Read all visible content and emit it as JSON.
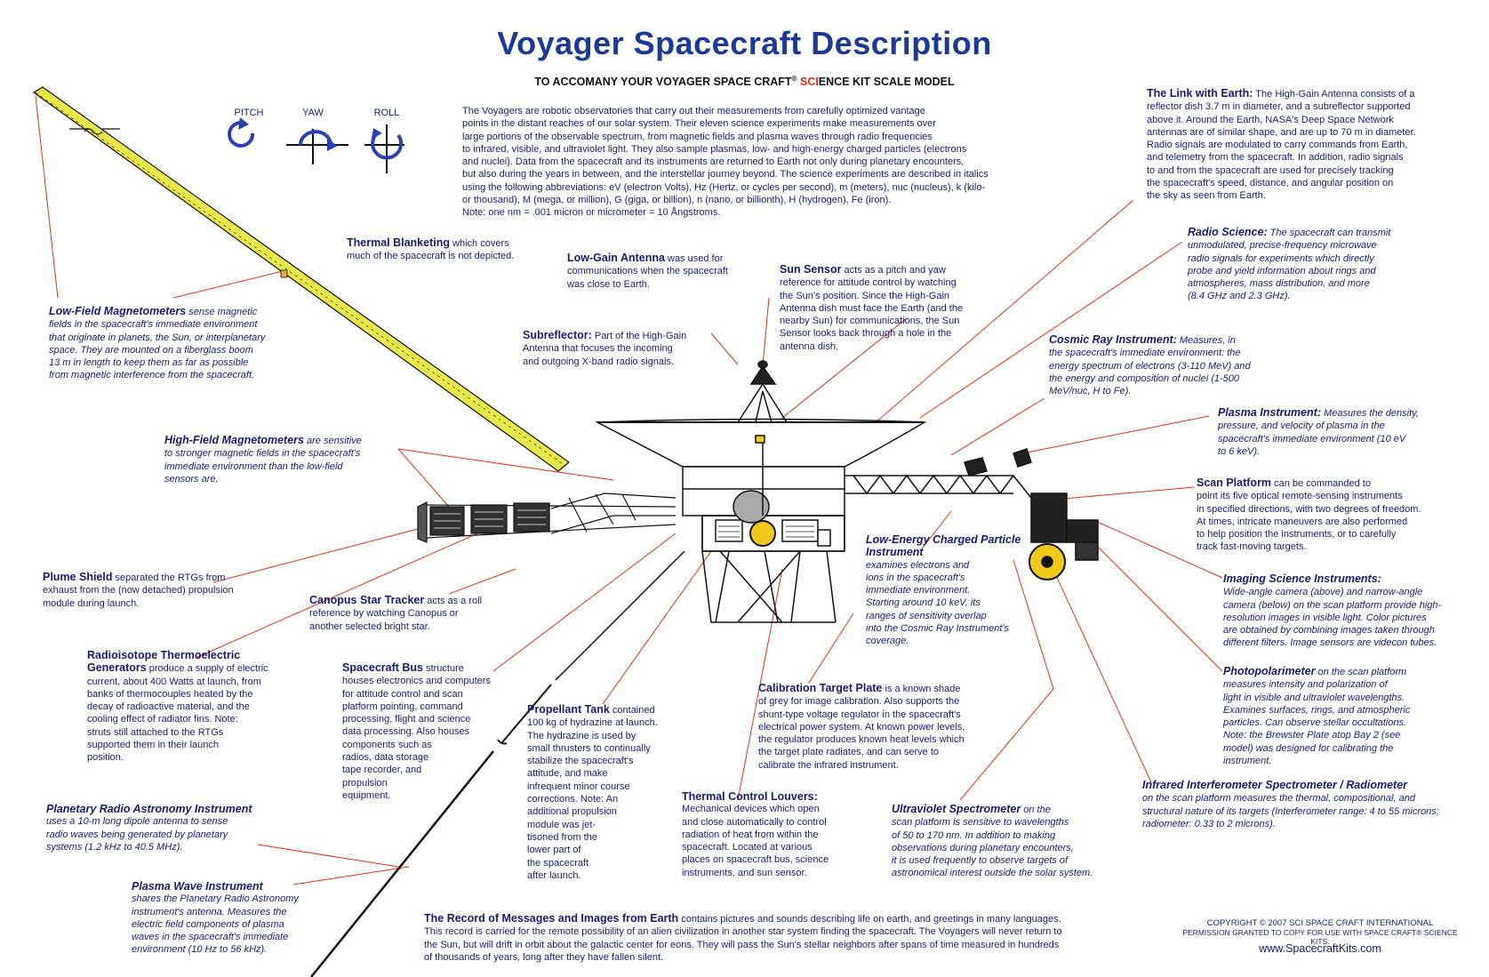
{
  "title": "Voyager Spacecraft Description",
  "subtitle": {
    "pre": "TO ACCOMANY YOUR VOYAGER SPACE CRAFT",
    "reg": "®",
    "sci": "SCI",
    "post": "ENCE KIT SCALE MODEL"
  },
  "intro": {
    "lines": [
      "The Voyagers are robotic observatories that carry out their measurements from carefully optimized vantage",
      "points in the distant reaches of our solar system. Their eleven science experiments make measurements over",
      "large portions of the observable spectrum, from magnetic fields and plasma waves through radio frequencies",
      "to infrared, visible, and ultraviolet light. They also sample plasmas, low- and high-energy charged particles (electrons",
      "and nuclei). Data from the spacecraft and its instruments are returned to Earth not only during planetary encounters,",
      "but also during the years in between, and the interstellar journey beyond. The science experiments are described in italics",
      "using the following abbreviations: eV (electron Volts), Hz (Hertz, or cycles per second), m (meters), nuc (nucleus), k (kilo-",
      "or thousand), M (mega, or million), G (giga, or billion), n (nano, or billionth), H (hydrogen), Fe (iron).",
      "Note: one nm = .001 micron or micrometer = 10 Ångstroms."
    ]
  },
  "attitude": {
    "pitch": "PITCH",
    "yaw": "YAW",
    "roll": "ROLL"
  },
  "labels": {
    "link_earth": {
      "head": "The Link with Earth:",
      "lines": [
        " The High-Gain Antenna consists of a",
        "reflector dish 3.7 m in diameter, and a subreflector supported",
        "above it. Around the Earth, NASA's Deep Space Network",
        "antennas are of similar shape, and are up to 70 m in diameter.",
        "Radio signals are modulated to carry commands from Earth,",
        "and telemetry from the spacecraft. In addition, radio signals",
        "to and from the spacecraft are used for precisely tracking",
        "the spacecraft's speed, distance, and angular position on",
        "the sky as seen from Earth."
      ]
    },
    "radio_science": {
      "head": "Radio Science:",
      "lines": [
        " The spacecraft can transmit",
        "unmodulated, precise-frequency microwave",
        "radio signals for experiments which directly",
        "probe and yield information about rings and",
        "atmospheres, mass distribution, and more",
        "(8.4 GHz and 2.3 GHz)."
      ]
    },
    "cosmic_ray": {
      "head": "Cosmic Ray Instrument:",
      "lines": [
        " Measures, in",
        "the spacecraft's immediate environment: the",
        "energy spectrum of electrons (3-110 MeV) and",
        "the energy and composition of nuclei (1-500",
        "MeV/nuc, H to Fe)."
      ]
    },
    "plasma_instr": {
      "head": "Plasma Instrument:",
      "lines": [
        " Measures the density,",
        "pressure, and velocity of plasma in the",
        "spacecraft's immediate environment (10 eV",
        "to 6 keV)."
      ]
    },
    "scan_platform": {
      "head": "Scan Platform",
      "lines": [
        " can be commanded to",
        "point its five optical remote-sensing instruments",
        "in specified directions, with two degrees of freedom.",
        "At times, intricate maneuvers are also performed",
        "to help position the instruments, or to carefully",
        "track fast-moving targets."
      ]
    },
    "imaging": {
      "head": "Imaging Science Instruments:",
      "lines": [
        "",
        "Wide-angle camera (above) and narrow-angle",
        "camera (below) on the scan platform provide high-",
        "resolution images in visible light. Color pictures",
        "are obtained by combining images taken through",
        "different filters. Image sensors are videcon tubes."
      ]
    },
    "photopolarimeter": {
      "head": "Photopolarimeter",
      "lines": [
        " on the scan platform",
        "measures intensity and polarization of",
        "light in visible and ultraviolet wavelengths.",
        "Examines surfaces, rings, and atmospheric",
        "particles. Can observe stellar occultations.",
        "Note: the Brewster Plate atop Bay 2 (see",
        "model) was designed for calibrating the",
        "instrument."
      ]
    },
    "infrared": {
      "head": "Infrared Interferometer Spectrometer / Radiometer",
      "lines": [
        "",
        "on the scan platform measures the thermal, compositional, and",
        "structural nature of its targets (Interferometer range: 4 to 55 microns;",
        "radiometer: 0.33 to 2 microns)."
      ]
    },
    "ultraviolet": {
      "head": "Ultraviolet Spectrometer",
      "lines": [
        " on the",
        "scan platform is sensitive to wavelengths",
        "of 50 to 170 nm. In addition to making",
        "observations during planetary encounters,",
        "it is used frequently to observe targets of",
        "astronomical interest outside the solar system."
      ]
    },
    "low_energy": {
      "head": "Low-Energy Charged Particle Instrument",
      "lines": [
        "",
        "examines electrons and",
        "ions in the spacecraft's",
        "immediate environment.",
        "Starting around 10 keV, its",
        "ranges of sensitivity overlap",
        "into the Cosmic Ray Instrument's",
        "coverage."
      ]
    },
    "calibration": {
      "head": "Calibration Target Plate",
      "lines": [
        " is a known shade",
        "of grey for image calibration. Also supports the",
        "shunt-type voltage regulator in the spacecraft's",
        "electrical power system. At known power levels,",
        "the regulator produces known heat levels which",
        "the target plate radiates, and can serve to",
        "calibrate the infrared instrument."
      ]
    },
    "thermal_louvers": {
      "head": "Thermal Control Louvers:",
      "lines": [
        "",
        "Mechanical devices which open",
        "and close automatically to control",
        "radiation of heat from within the",
        "spacecraft. Located at various",
        "places on spacecraft bus, science",
        "instruments, and sun sensor."
      ]
    },
    "propellant": {
      "head": "Propellant Tank",
      "lines": [
        " contained",
        "100 kg of hydrazine at launch.",
        "The hydrazine is used by",
        "small thrusters to continually",
        "stabilize the spacecraft's",
        "attitude, and make",
        "infrequent minor course",
        "corrections. Note: An",
        "additional propulsion",
        "module was jet-",
        "tisoned from the",
        "lower part of",
        "the spacecraft",
        "after launch."
      ]
    },
    "bus": {
      "head": "Spacecraft Bus",
      "lines": [
        " structure",
        "houses electronics and computers",
        "for attitude control and scan",
        "platform pointing, command",
        "processing, flight and science",
        "data processing. Also houses",
        "components such as",
        "radios, data storage",
        "tape recorder, and",
        "propulsion",
        "equipment."
      ]
    },
    "canopus": {
      "head": "Canopus Star Tracker",
      "lines": [
        " acts as a roll",
        "reference by watching Canopus or",
        "another selected bright star."
      ]
    },
    "plume": {
      "head": "Plume Shield",
      "lines": [
        " separated the RTGs from",
        "exhaust from the (now detached) propulsion",
        "module during launch."
      ]
    },
    "rtg": {
      "head": "Radioisotope Thermoelectric",
      "head2": "Generators",
      "lines": [
        " produce a supply of electric",
        "current, about 400 Watts at launch, from",
        "banks of thermocouples heated by the",
        "decay of radioactive material, and the",
        "cooling effect of radiator fins. Note:",
        "struts still attached to the RTGs",
        "supported them in their launch",
        "position."
      ]
    },
    "planetary_radio": {
      "head": "Planetary Radio Astronomy Instrument",
      "lines": [
        "",
        "uses a 10-m long dipole antenna to sense",
        "radio waves being generated by planetary",
        "systems (1.2 kHz to 40.5 MHz)."
      ]
    },
    "plasma_wave": {
      "head": "Plasma Wave Instrument",
      "lines": [
        "",
        "shares the Planetary Radio Astronomy",
        "instrument's antenna. Measures the",
        "electric field components of plasma",
        "waves in the spacecraft's immediate",
        "environment (10 Hz to 56 kHz)."
      ]
    },
    "high_field": {
      "head": "High-Field Magnetometers",
      "lines": [
        " are sensitive",
        "to stronger magnetic fields in the spacecraft's",
        "immediate environment than the low-field",
        "sensors are."
      ]
    },
    "low_field": {
      "head": "Low-Field Magnetometers",
      "lines": [
        " sense magnetic",
        "fields in the spacecraft's immediate environment",
        "that originate in planets, the Sun, or interplanetary",
        "space. They are mounted on a fiberglass boom",
        "13 m in length to keep them as far as possible",
        "from magnetic interference from the spacecraft."
      ]
    },
    "thermal_blanket": {
      "head": "Thermal Blanketing",
      "lines": [
        " which covers",
        "much of the spacecraft is not depicted."
      ]
    },
    "low_gain": {
      "head": "Low-Gain Antenna",
      "lines": [
        " was used for",
        "communications when the spacecraft",
        "was close to Earth."
      ]
    },
    "sun_sensor": {
      "head": "Sun Sensor",
      "lines": [
        " acts as a pitch and yaw",
        "reference for attitude control by watching",
        "the Sun's position. Since the High-Gain",
        "Antenna dish must face the Earth (and the",
        "nearby Sun) for communications, the Sun",
        "Sensor looks back through a hole in the",
        "antenna dish."
      ]
    },
    "subreflector": {
      "head": "Subreflector:",
      "lines": [
        " Part of the High-Gain",
        "Antenna that focuses the incoming",
        "and outgoing X-band radio signals."
      ]
    },
    "record": {
      "head": "The Record of Messages and Images from Earth",
      "lines": [
        " contains pictures and sounds describing life on earth, and greetings in many languages.",
        "This record is carried for the remote possibility of an alien civilization in another star system finding the spacecraft. The Voyagers will never return to",
        "the Sun, but will drift in orbit about the galactic center for eons. They will pass the Sun's stellar neighbors after spans of time measured in hundreds",
        "of thousands of years, long after they have fallen silent."
      ]
    }
  },
  "copyright": {
    "line1": "COPYRIGHT  ©  2007 SCI SPACE CRAFT INTERNATIONAL",
    "line2": "PERMISSION GRANTED TO COPY FOR USE WITH SPACE CRAFT® SCIENCE KITS.",
    "url": "www.SpacecraftKits.com"
  },
  "colors": {
    "title": "#1c3a94",
    "text": "#1a1a6e",
    "leader": "#d9331c",
    "boom": "#e8e84a",
    "accent_yellow": "#f2c81a",
    "sci_red": "#d9331c"
  }
}
